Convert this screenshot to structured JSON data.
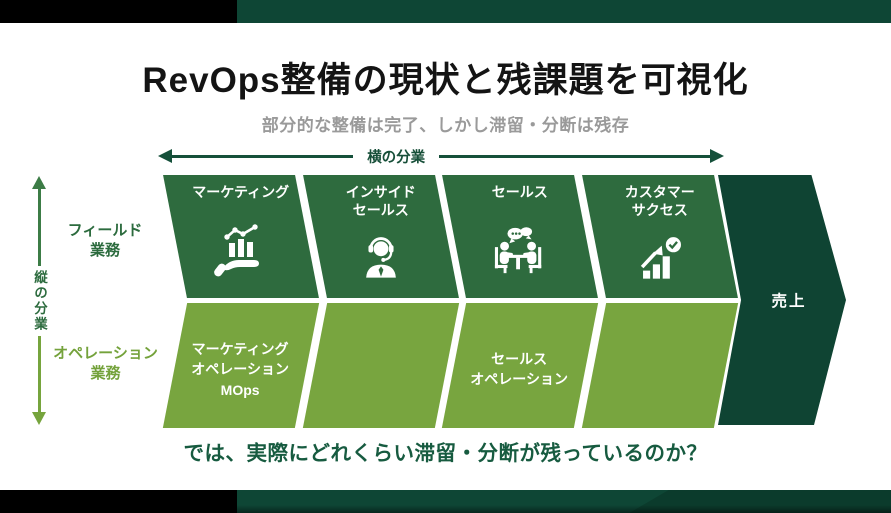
{
  "slide": {
    "title": "RevOps整備の現状と残課題を可視化",
    "subtitle": "部分的な整備は完了、しかし滞留・分断は残存",
    "question": "では、実際にどれくらい滞留・分断が残っているのか？"
  },
  "axis": {
    "horizontal_label": "横の分業",
    "vertical_label": "縦の分業"
  },
  "row_headers": {
    "field": "フィールド\n業務",
    "operations": "オペレーション\n業務"
  },
  "columns": [
    {
      "top": "マーケティング",
      "icon": "hand-chart-icon",
      "bottom": "マーケティング\nオペレーション\nMOps"
    },
    {
      "top": "インサイド\nセールス",
      "icon": "headset-agent-icon",
      "bottom": ""
    },
    {
      "top": "セールス",
      "icon": "meeting-icon",
      "bottom": "セールス\nオペレーション"
    },
    {
      "top": "カスタマー\nサクセス",
      "icon": "growth-check-icon",
      "bottom": ""
    }
  ],
  "result": {
    "label": "売上"
  },
  "colors": {
    "deep_green": "#0E4635",
    "row_top_green": "#2E6B3E",
    "row_bottom_green": "#78A53F",
    "accent_text_green": "#174F39",
    "subtitle_gray": "#9A9A9A",
    "frame_black": "#000000"
  }
}
